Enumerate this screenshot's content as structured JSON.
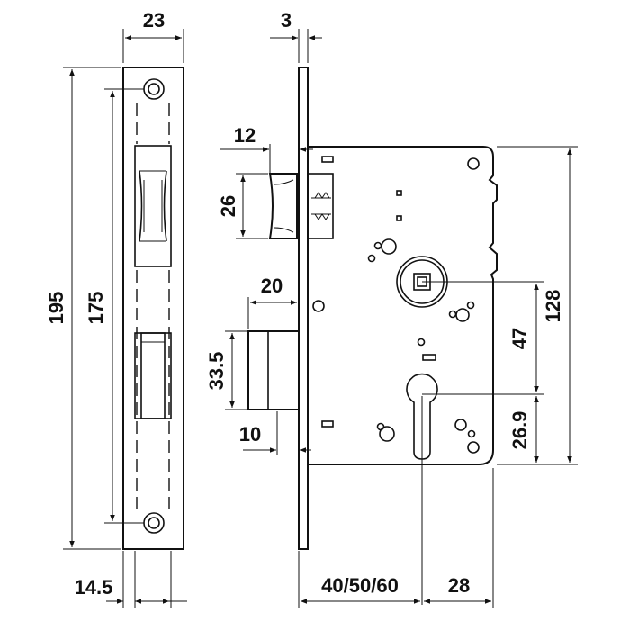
{
  "dimensions": {
    "faceplate_width": "23",
    "faceplate_thickness": "3",
    "overall_height": "195",
    "screw_hole_spacing": "175",
    "latch_projection": "12",
    "latch_height": "26",
    "deadbolt_projection": "20",
    "deadbolt_height": "33.5",
    "deadbolt_offset": "10",
    "case_height": "128",
    "handle_to_cylinder": "47",
    "cylinder_to_bottom": "26.9",
    "faceplate_offset": "14.5",
    "backset": "40/50/60",
    "cylinder_to_back": "28"
  }
}
